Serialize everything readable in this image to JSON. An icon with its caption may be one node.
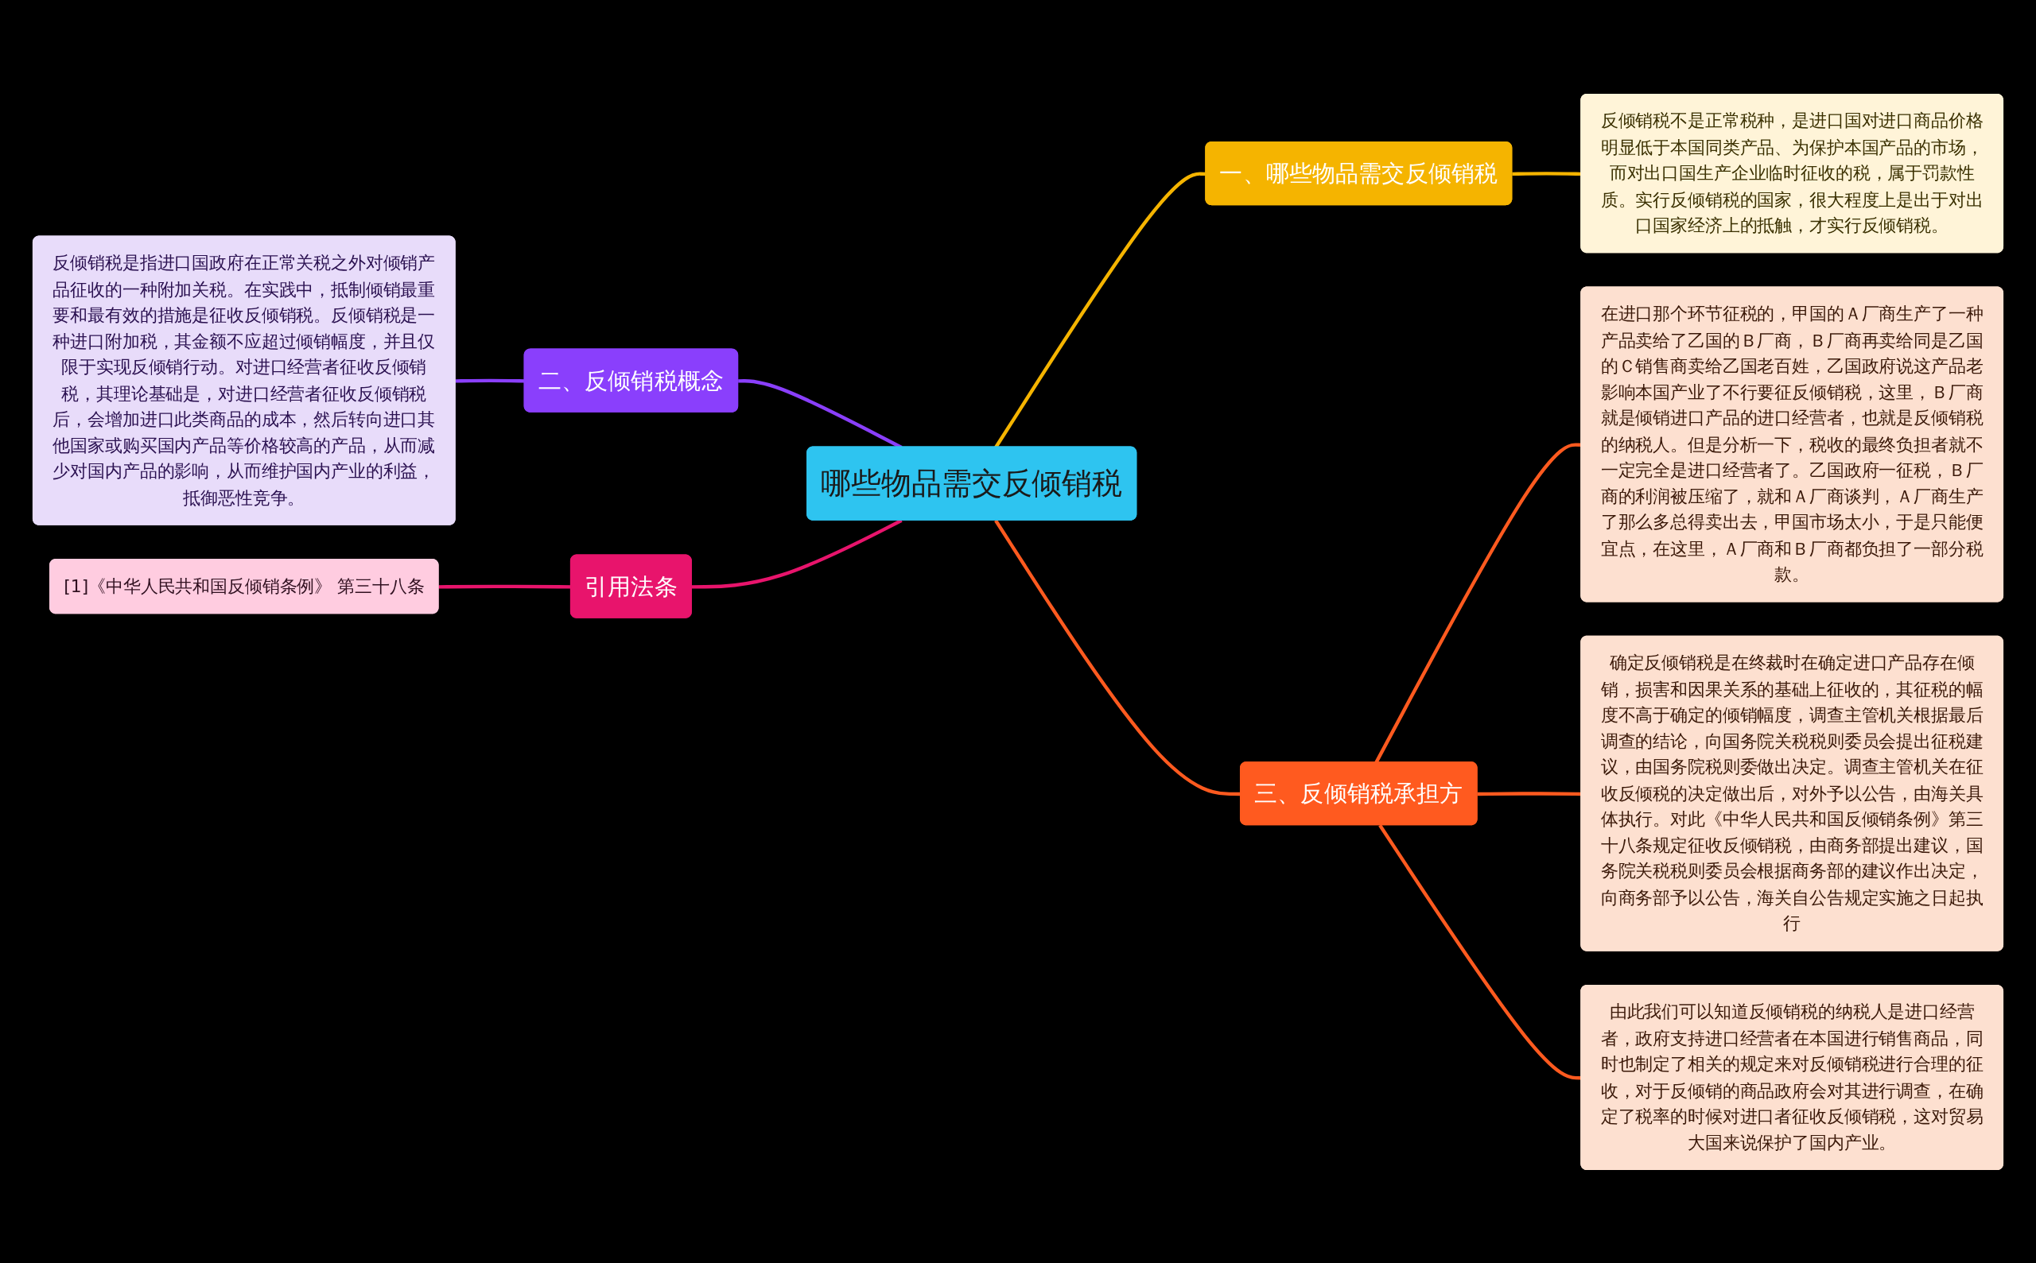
{
  "diagram": {
    "nodes": [
      {
        "text": [
          "哪些物品需交反倾销税"
        ]
      },
      {
        "text": [
          "一、哪些物品需交反倾销税"
        ]
      },
      {
        "text": [
          "反倾销税不是正常税种，是进口国对进口商品价格明显低于本国同类产品、为保护本国产品的市场，而对出口国生产企业临时征收的税，属于罚款性质。实行反倾销税的国家，很大程度上是出于对出口国家经济上的抵触，才实行反倾销税。"
        ]
      },
      {
        "text": [
          "二、反倾销税概念"
        ]
      },
      {
        "text": [
          "反倾销税是指进口国政府在正常关税之外对倾销产品征收的一种附加关税。在实践中，抵制倾销最重要和最有效的措施是征收反倾销税。反倾销税是一种进口附加税，其金额不应超过倾销幅度，并且仅限于实现反倾销行动。对进口经营者征收反倾销税，其理论基础是，对进口经营者征收反倾销税后，会增加进口此类商品的成本，然后转向进口其他国家或购买国内产品等价格较高的产品，从而减少对国内产品的影响，从而维护国内产业的利益，抵御恶性竞争。"
        ]
      },
      {
        "text": [
          "三、反倾销税承担方"
        ]
      },
      {
        "text": [
          "在进口那个环节征税的，甲国的Ａ厂商生产了一种产品卖给了乙国的Ｂ厂商，Ｂ厂商再卖给同是乙国的Ｃ销售商卖给乙国老百姓，乙国政府说这产品老影响本国产业了不行要征反倾销税，这里，Ｂ厂商就是倾销进口产品的进口经营者，也就是反倾销税的纳税人。但是分析一下，税收的最终负担者就不一定完全是进口经营者了。乙国政府一征税，Ｂ厂商的利润被压缩了，就和Ａ厂商谈判，Ａ厂商生产了那么多总得卖出去，甲国市场太小，于是只能便宜点，在这里，Ａ厂商和Ｂ厂商都负担了一部分税款。"
        ]
      },
      {
        "text": [
          "确定反倾销税是在终裁时在确定进口产品存在倾销，损害和因果关系的基础上征收的，其征税的幅度不高于确定的倾销幅度，调查主管机关根据最后调查的结论，向国务院关税税则委员会提出征税建议，由国务院税则委做出决定。调查主管机关在征收反倾税的决定做出后，对外予以公告，由海关具体执行。对此《中华人民共和国反倾销条例》第三十八条规定征收反倾销税，由商务部提出建议，国务院关税税则委员会根据商务部的建议作出决定，向商务部予以公告，海关自公告规定实施之日起执行"
        ]
      },
      {
        "text": [
          "由此我们可以知道反倾销税的纳税人是进口经营者，政府支持进口经营者在本国进行销售商品，同时也制定了相关的规定来对反倾销税进行合理的征收，对于反倾销的商品政府会对其进行调查，在确定了税率的时候对进口者征收反倾销税，这对贸易大国来说保护了国内产业。"
        ]
      },
      {
        "text": [
          "引用法条"
        ]
      },
      {
        "text": [
          "[1]《中华人民共和国反倾销条例》 第三十八条"
        ]
      }
    ],
    "edges": [
      {
        "from": 4,
        "to": 3,
        "arrow": "none",
        "color": "#8a3ffc"
      },
      {
        "from": 3,
        "to": 0,
        "arrow": "none",
        "color": "#8a3ffc"
      },
      {
        "from": 10,
        "to": 9,
        "arrow": "none",
        "color": "#e8146c"
      },
      {
        "from": 9,
        "to": 0,
        "arrow": "none",
        "color": "#e8146c"
      },
      {
        "from": 0,
        "to": 1,
        "arrow": "none",
        "color": "#f5b400"
      },
      {
        "from": 1,
        "to": 2,
        "arrow": "none",
        "color": "#f5b400"
      },
      {
        "from": 0,
        "to": 5,
        "arrow": "none",
        "color": "#ff5a1f"
      },
      {
        "from": 5,
        "to": 6,
        "arrow": "none",
        "color": "#ff5a1f"
      },
      {
        "from": 5,
        "to": 7,
        "arrow": "none",
        "color": "#ff5a1f"
      },
      {
        "from": 5,
        "to": 8,
        "arrow": "none",
        "color": "#ff5a1f"
      }
    ]
  }
}
